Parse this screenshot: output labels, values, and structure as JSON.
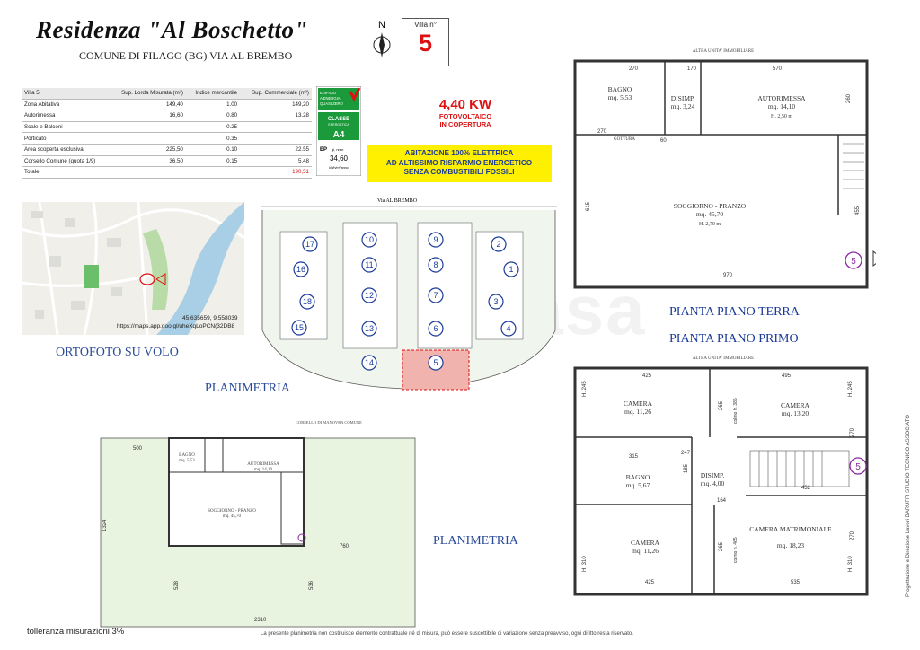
{
  "header": {
    "title": "Residenza \"Al Boschetto\"",
    "subtitle": "COMUNE DI FILAGO (BG)  VIA AL BREMBO",
    "north": "N",
    "villa_label": "Villa n°",
    "villa_number": "5"
  },
  "table": {
    "headers": [
      "Villa  5",
      "Sup. Lorda Misurata (m²)",
      "Indice mercantile",
      "Sup. Commerciale (m²)"
    ],
    "rows": [
      [
        "Zona Abitativa",
        "149,40",
        "1.00",
        "149,20"
      ],
      [
        "Autorimessa",
        "16,60",
        "0.80",
        "13.28"
      ],
      [
        "Scale e Balconi",
        "",
        "0.25",
        ""
      ],
      [
        "Porticato",
        "",
        "0.35",
        ""
      ],
      [
        "Area scoperta esclusiva",
        "225,50",
        "0.10",
        "22.55"
      ],
      [
        "Corsello Comune (quota 1/9)",
        "36,50",
        "0.15",
        "5.48"
      ]
    ],
    "total_label": "Totale",
    "total_value": "190,51"
  },
  "energy": {
    "tag": "EDIFICIO A ENERGIA QUASI ZERO",
    "class_label": "CLASSE ENERGETICA",
    "class_value": "A4",
    "ep_label": "EP gl, nren",
    "ep_value": "34,60",
    "ep_unit": "kWh/m² anno"
  },
  "pv": {
    "power": "4,40 KW",
    "line1": "FOTOVOLTAICO",
    "line2": "IN COPERTURA"
  },
  "banner": [
    "ABITAZIONE 100% ELETTRICA",
    "AD ALTISSIMO RISPARMIO ENERGETICO",
    "SENZA COMBUSTIBILI FOSSILI"
  ],
  "map": {
    "coords": "45.635659, 9.558039",
    "url": "https://maps.app.goo.gl/uheXqLoPCN(32DB8",
    "caption": "ORTOFOTO SU VOLO"
  },
  "site_plan": {
    "street": "Via AL BREMBO",
    "caption": "PLANIMETRIA",
    "lots": [
      "17",
      "16",
      "18",
      "15",
      "10",
      "11",
      "12",
      "13",
      "14",
      "9",
      "8",
      "7",
      "6",
      "5",
      "2",
      "1",
      "3",
      "4"
    ]
  },
  "lower_plan": {
    "caption": "PLANIMETRIA",
    "corsello": "CORSELLO DI MANOVRA COMUNE",
    "dims": {
      "width_top": "500",
      "width_mid": "760",
      "height": "1324",
      "total": "2310",
      "d1": "528",
      "d2": "536"
    },
    "rooms": [
      {
        "name": "BAGNO",
        "area": "mq. 5,53"
      },
      {
        "name": "AUTORIMESSA",
        "area": "mq. 14,10"
      },
      {
        "name": "SOGGIORNO - PRANZO",
        "area": "mq. 45,70"
      }
    ]
  },
  "ground_floor": {
    "caption": "PIANTA PIANO TERRA",
    "neighbour": "ALTRA UNITA' IMMOBILIARE",
    "rooms": [
      {
        "name": "BAGNO",
        "area": "mq. 5,53"
      },
      {
        "name": "DISIMP.",
        "area": "mq. 3,24"
      },
      {
        "name": "AUTORIMESSA",
        "area": "mq. 14,10",
        "height": "H. 2,50 m"
      },
      {
        "name": "SOGGIORNO - PRANZO",
        "area": "mq. 45,70",
        "height": "H. 2,70 m"
      }
    ],
    "gutter": "GOTTURA",
    "dims": [
      "270",
      "170",
      "570",
      "270",
      "60",
      "615",
      "455",
      "970",
      "260"
    ],
    "marker": "5"
  },
  "first_floor": {
    "caption": "PIANTA PIANO PRIMO",
    "neighbour": "ALTRA UNITA' IMMOBILIARE",
    "rooms": [
      {
        "name": "CAMERA",
        "area": "mq. 11,26"
      },
      {
        "name": "CAMERA",
        "area": "mq. 13,20"
      },
      {
        "name": "BAGNO",
        "area": "mq. 5,67"
      },
      {
        "name": "DISIMP.",
        "area": "mq. 4,00"
      },
      {
        "name": "CAMERA",
        "area": "mq. 11,26"
      },
      {
        "name": "CAMERA MATRIMONIALE",
        "area": "mq. 18,23"
      }
    ],
    "dims": [
      "425",
      "495",
      "315",
      "247",
      "185",
      "164",
      "432",
      "425",
      "535",
      "265",
      "270",
      "265",
      "270",
      "H. 245",
      "H. 245",
      "H. 310",
      "H. 310"
    ],
    "ridge": "colmo h. 385",
    "eave": "colmo h. 465",
    "marker": "5"
  },
  "footer": {
    "tolerance": "tolleranza misurazioni 3%",
    "disclaimer": "La presente planimetria non costituisce elemento contrattuale né di misura, può essere suscettibile di variazione senza preavviso, ogni diritto resta riservato.",
    "studio_vertical": "Progettazione e Direzione Lavori  BARUFFI  STUDIO TECNICO ASSOCIATO"
  }
}
